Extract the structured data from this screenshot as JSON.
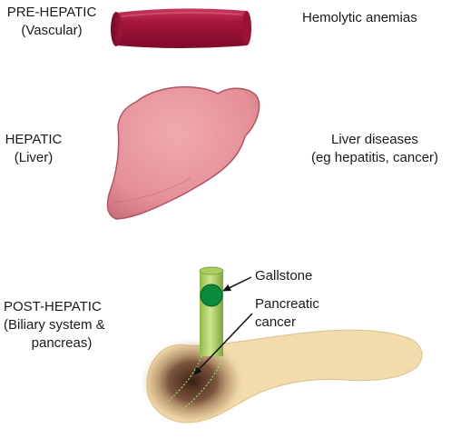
{
  "stages": {
    "pre_hepatic": {
      "title": "PRE-HEPATIC",
      "subtitle": "(Vascular)",
      "example": "Hemolytic anemias"
    },
    "hepatic": {
      "title": "HEPATIC",
      "subtitle": "(Liver)",
      "example_line1": "Liver diseases",
      "example_line2": "(eg hepatitis, cancer)"
    },
    "post_hepatic": {
      "title": "POST-HEPATIC",
      "subtitle_line1": "(Biliary system &",
      "subtitle_line2": "pancreas)"
    }
  },
  "annotations": {
    "gallstone": "Gallstone",
    "pancreatic_line1": "Pancreatic",
    "pancreatic_line2": "cancer"
  },
  "colors": {
    "vessel": "#a5143c",
    "liver": "#e89aa1",
    "bile_duct": "#b5d36a",
    "gallstone": "#0c8a3c",
    "pancreas": "#f2dcac",
    "tumor": "#4a2a1c"
  }
}
